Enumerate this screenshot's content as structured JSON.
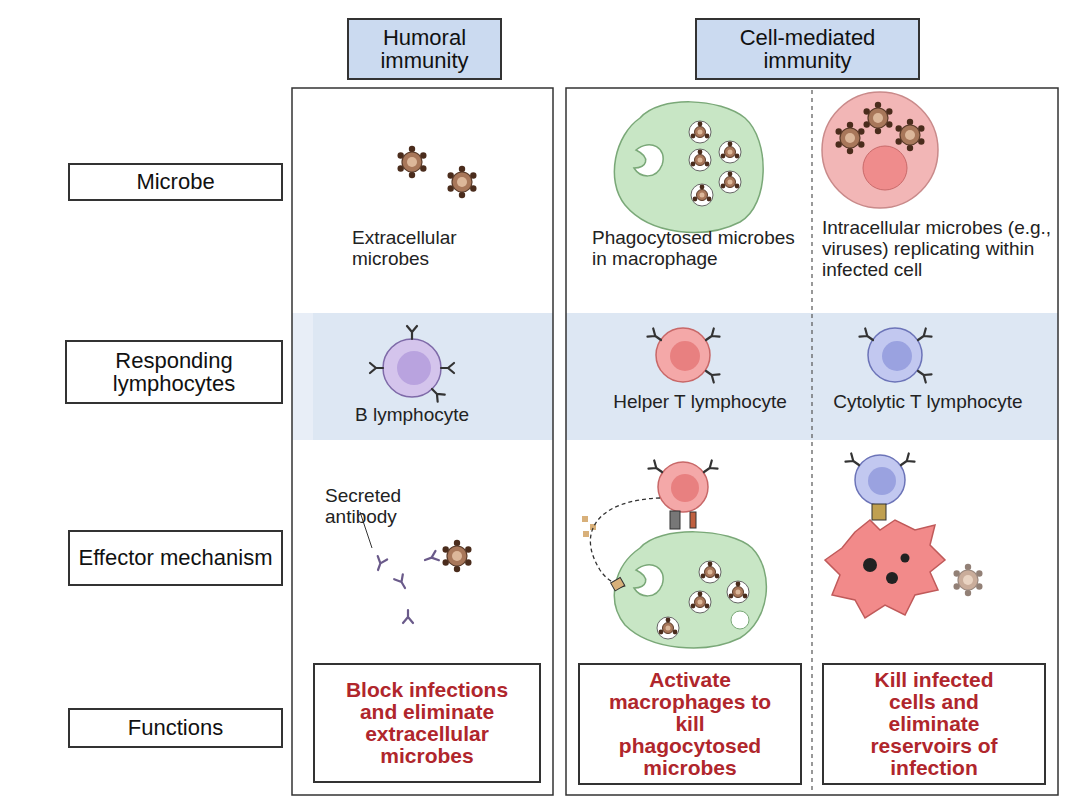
{
  "diagram": {
    "nodes": [
      {
        "text": [
          "Humoral immunity"
        ]
      },
      {
        "text": [
          "Cell-mediated immunity"
        ]
      },
      {
        "text": [
          "Microbe"
        ]
      },
      {
        "text": [
          "Responding lymphocytes"
        ]
      },
      {
        "text": [
          "Effector mechanism"
        ]
      },
      {
        "text": [
          "Functions"
        ]
      },
      {
        "text": [
          "Block infections and eliminate extracellular microbes"
        ]
      },
      {
        "text": [
          "Activate macrophages to kill phagocytosed microbes"
        ]
      },
      {
        "text": [
          "Kill infected cells and eliminate reservoirs of infection"
        ]
      }
    ],
    "labels": [
      "Extracellular microbes",
      "Phagocytosed microbes in macrophage",
      "Intracellular microbes (e.g., viruses) replicating within infected cell",
      "B lymphocyte",
      "Helper T lymphocyte",
      "Cytolytic T lymphocyte",
      "Secreted antibody"
    ]
  }
}
